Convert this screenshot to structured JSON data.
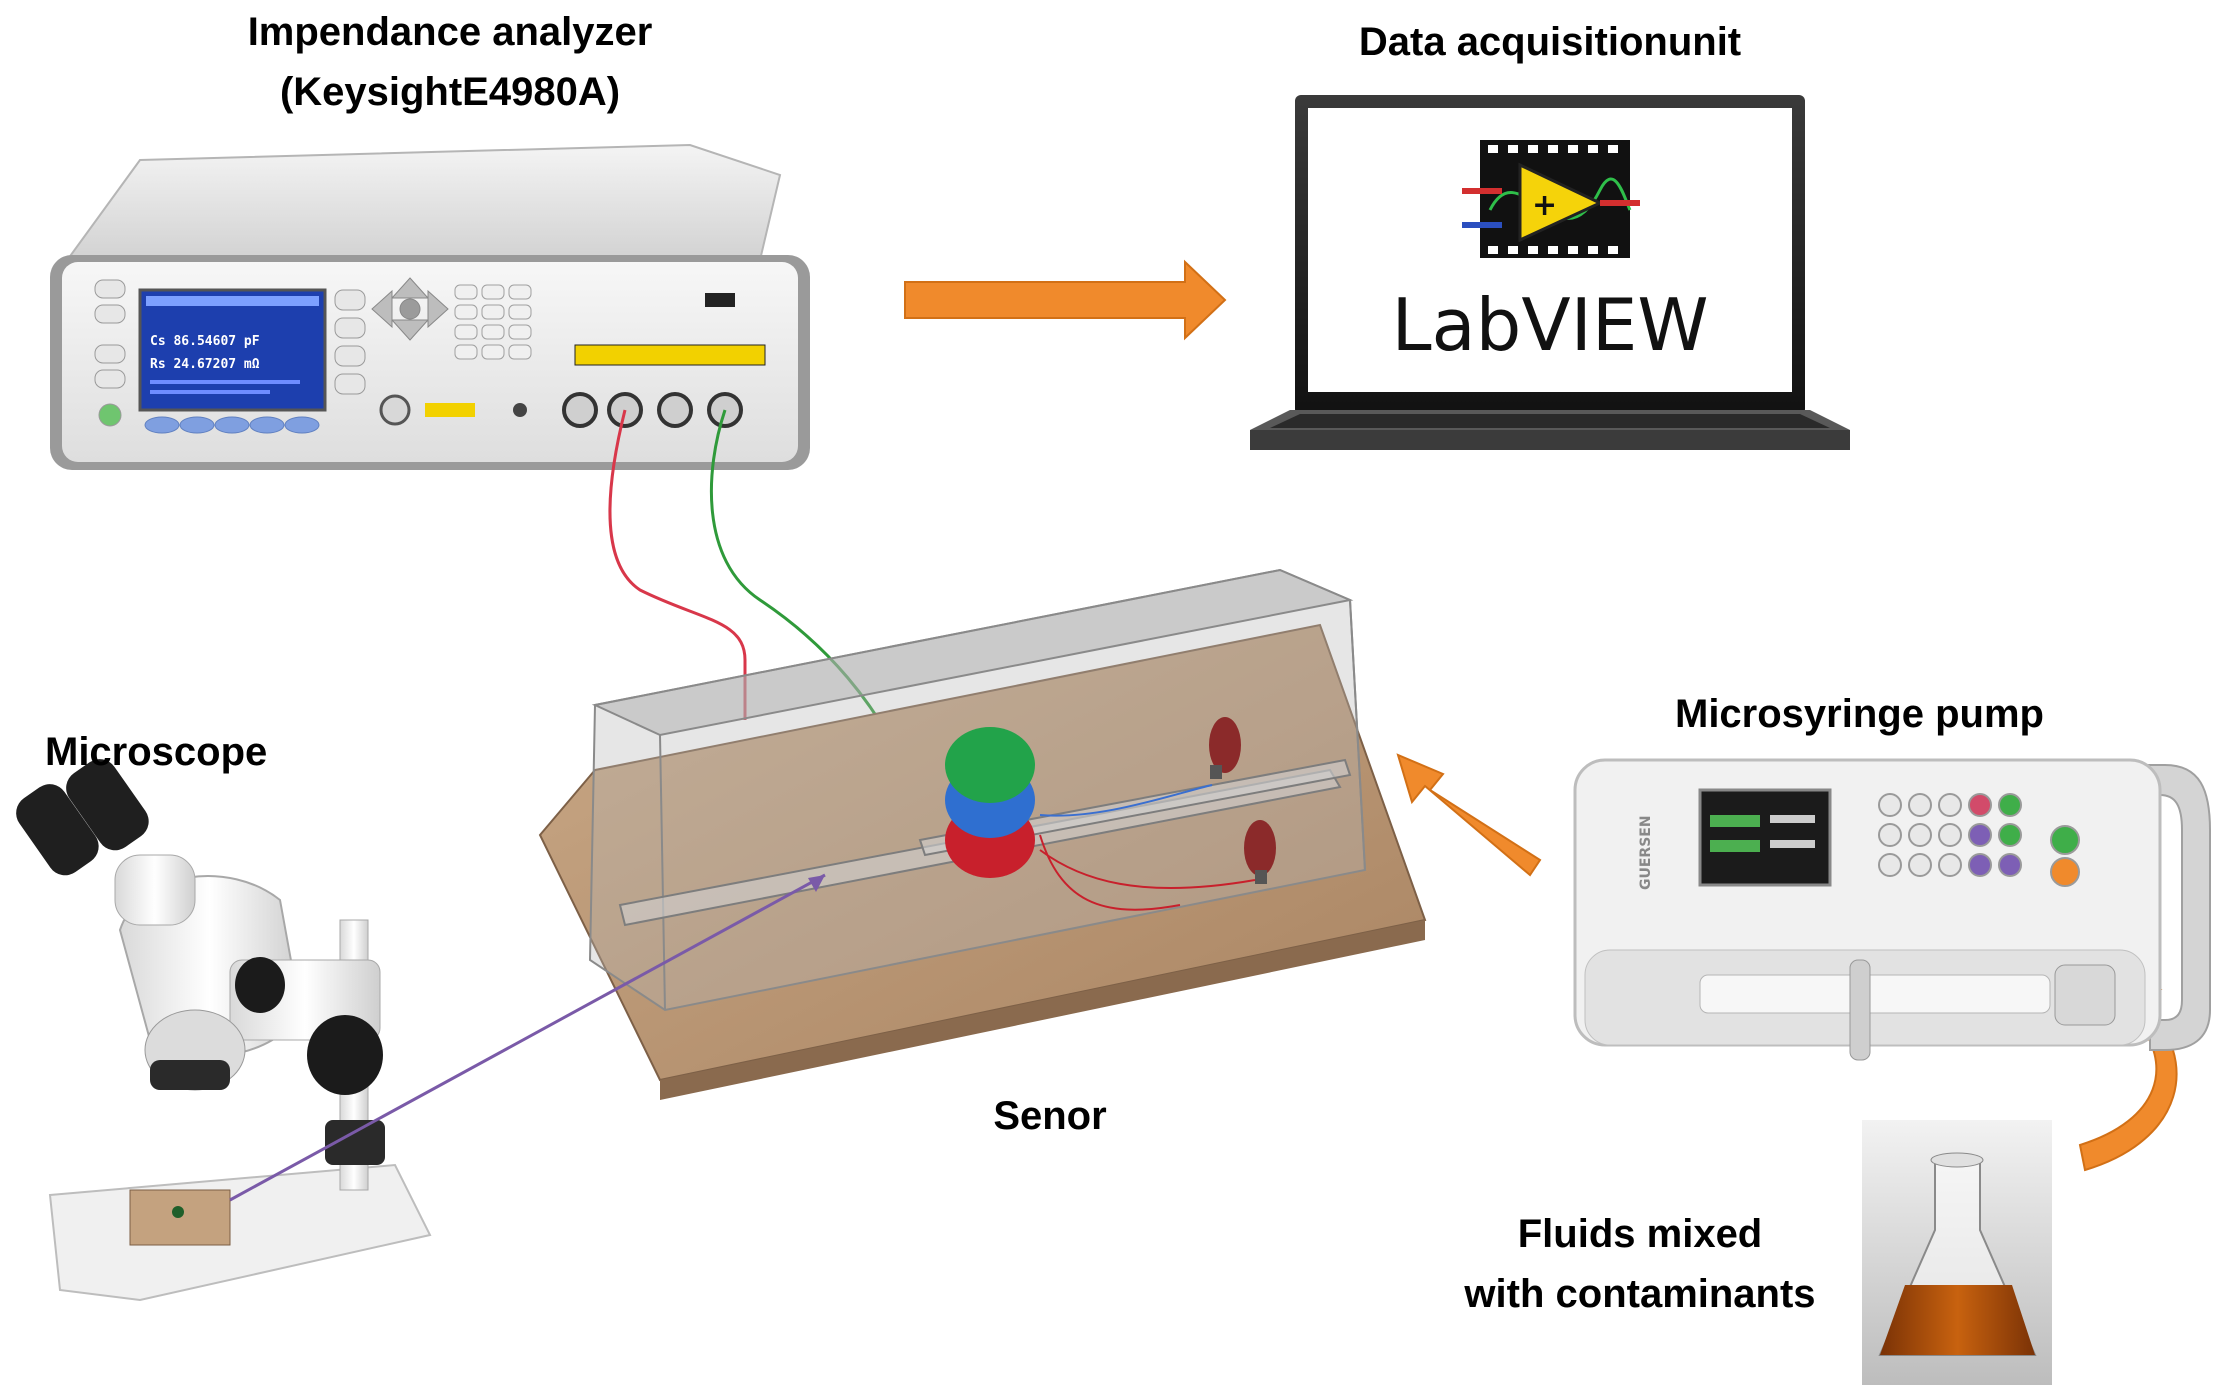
{
  "labels": {
    "analyzer_line1": "Impendance analyzer",
    "analyzer_line2": "(KeysightE4980A)",
    "daq": "Data acquisitionunit",
    "microscope": "Microscope",
    "pump": "Microsyringe pump",
    "sensor": "Senor",
    "fluids_line1": "Fluids mixed",
    "fluids_line2": "with contaminants"
  },
  "analyzer_screen": {
    "line1": "Cs   86.54607 pF",
    "line2": "Rs   24.67207 mΩ"
  },
  "software": {
    "name": "LabVIEW"
  },
  "pump_brand": "GUERSEN",
  "colors": {
    "arrow": "#f08a2c",
    "wire_red": "#d8374a",
    "wire_green": "#2f9a3a",
    "board": "#b89574",
    "electrode_green": "#22a34a",
    "electrode_blue": "#2f6fd0",
    "electrode_red": "#c8202c",
    "fluid": "#b0520c"
  }
}
